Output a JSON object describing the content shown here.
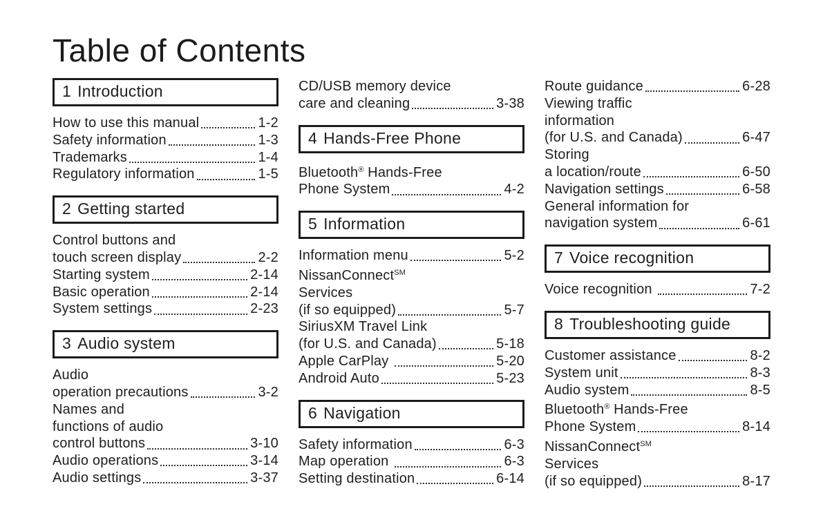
{
  "page": {
    "title": "Table of Contents",
    "text_color": "#1e1e1e",
    "background": "#ffffff"
  },
  "columns": [
    {
      "blocks": [
        {
          "type": "section",
          "number": "1",
          "title": "Introduction"
        },
        {
          "type": "entries",
          "items": [
            {
              "lines": [
                "How to use this manual"
              ],
              "page": "1-2"
            },
            {
              "lines": [
                "Safety information"
              ],
              "page": "1-3"
            },
            {
              "lines": [
                "Trademarks"
              ],
              "page": "1-4"
            },
            {
              "lines": [
                "Regulatory information"
              ],
              "page": "1-5"
            }
          ]
        },
        {
          "type": "section",
          "number": "2",
          "title": "Getting started"
        },
        {
          "type": "entries",
          "items": [
            {
              "lines": [
                "Control buttons and",
                "touch screen display"
              ],
              "page": "2-2"
            },
            {
              "lines": [
                "Starting system"
              ],
              "page": "2-14"
            },
            {
              "lines": [
                "Basic operation"
              ],
              "page": "2-14"
            },
            {
              "lines": [
                "System settings"
              ],
              "page": "2-23"
            }
          ]
        },
        {
          "type": "section",
          "number": "3",
          "title": "Audio system"
        },
        {
          "type": "entries",
          "items": [
            {
              "lines": [
                "Audio",
                "operation precautions"
              ],
              "page": "3-2"
            },
            {
              "lines": [
                "Names and",
                "functions of audio",
                "control buttons"
              ],
              "page": "3-10"
            },
            {
              "lines": [
                "Audio operations"
              ],
              "page": "3-14"
            },
            {
              "lines": [
                "Audio settings"
              ],
              "page": "3-37"
            }
          ]
        }
      ]
    },
    {
      "blocks": [
        {
          "type": "entries",
          "items": [
            {
              "lines": [
                "CD/USB memory device",
                "care and cleaning"
              ],
              "page": "3-38"
            }
          ]
        },
        {
          "type": "section",
          "number": "4",
          "title": "Hands-Free Phone"
        },
        {
          "type": "entries",
          "items": [
            {
              "lines": [
                [
                  "Bluetooth",
                  {
                    "text": "®",
                    "sup": true
                  },
                  " Hands-Free"
                ],
                "Phone System"
              ],
              "page": "4-2"
            }
          ]
        },
        {
          "type": "section",
          "number": "5",
          "title": "Information"
        },
        {
          "type": "entries",
          "items": [
            {
              "lines": [
                "Information menu"
              ],
              "page": "5-2"
            },
            {
              "lines": [
                [
                  "NissanConnect",
                  {
                    "text": "SM",
                    "sup": true
                  }
                ],
                "Services",
                "(if so equipped)"
              ],
              "page": "5-7"
            },
            {
              "lines": [
                "SiriusXM Travel Link",
                "(for U.S. and Canada)"
              ],
              "page": "5-18"
            },
            {
              "lines": [
                "Apple CarPlay "
              ],
              "page": "5-20"
            },
            {
              "lines": [
                "Android Auto"
              ],
              "page": "5-23"
            }
          ]
        },
        {
          "type": "section",
          "number": "6",
          "title": "Navigation"
        },
        {
          "type": "entries",
          "items": [
            {
              "lines": [
                "Safety information"
              ],
              "page": "6-3"
            },
            {
              "lines": [
                "Map operation "
              ],
              "page": "6-3"
            },
            {
              "lines": [
                "Setting destination"
              ],
              "page": "6-14"
            }
          ]
        }
      ]
    },
    {
      "blocks": [
        {
          "type": "entries",
          "items": [
            {
              "lines": [
                "Route guidance"
              ],
              "page": "6-28"
            },
            {
              "lines": [
                "Viewing traffic",
                "information",
                "(for U.S. and Canada)"
              ],
              "page": "6-47"
            },
            {
              "lines": [
                "Storing",
                "a location/route"
              ],
              "page": "6-50"
            },
            {
              "lines": [
                "Navigation settings"
              ],
              "page": "6-58"
            },
            {
              "lines": [
                "General information for",
                "navigation system"
              ],
              "page": "6-61"
            }
          ]
        },
        {
          "type": "section",
          "number": "7",
          "title": "Voice recognition"
        },
        {
          "type": "entries",
          "items": [
            {
              "lines": [
                "Voice recognition "
              ],
              "page": "7-2"
            }
          ]
        },
        {
          "type": "section",
          "number": "8",
          "title": "Troubleshooting guide"
        },
        {
          "type": "entries",
          "items": [
            {
              "lines": [
                "Customer assistance"
              ],
              "page": "8-2"
            },
            {
              "lines": [
                "System unit"
              ],
              "page": "8-3"
            },
            {
              "lines": [
                "Audio system"
              ],
              "page": "8-5"
            },
            {
              "lines": [
                [
                  "Bluetooth",
                  {
                    "text": "®",
                    "sup": true
                  },
                  " Hands-Free"
                ],
                "Phone System"
              ],
              "page": "8-14"
            },
            {
              "lines": [
                [
                  "NissanConnect",
                  {
                    "text": "SM",
                    "sup": true
                  }
                ],
                "Services",
                "(if so equipped)"
              ],
              "page": "8-17"
            }
          ]
        }
      ]
    }
  ]
}
